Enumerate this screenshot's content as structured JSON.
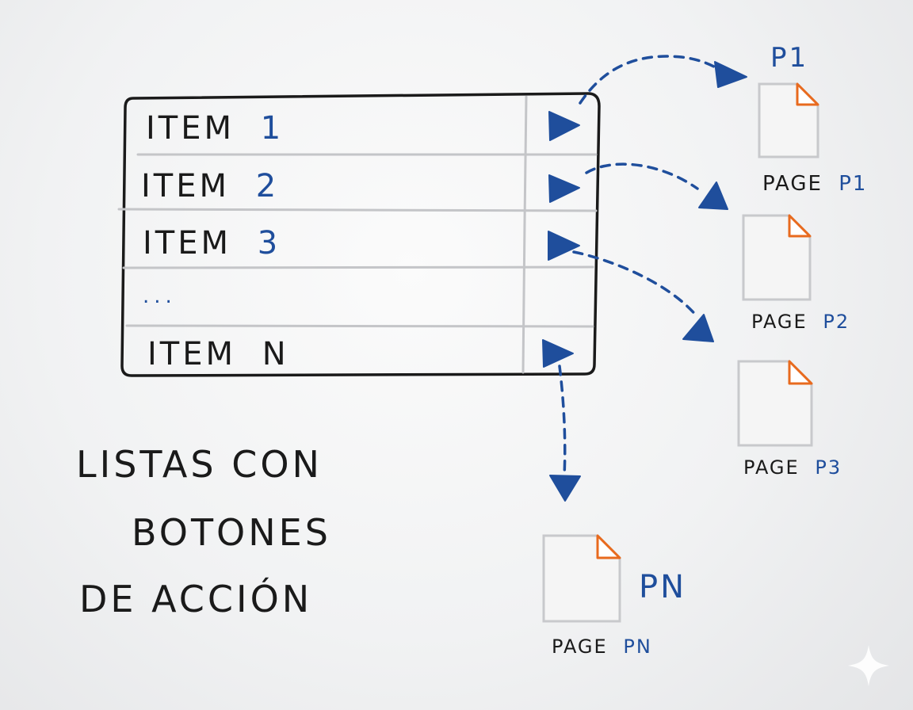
{
  "list": {
    "items": [
      {
        "word": "ITEM",
        "suffix": "1"
      },
      {
        "word": "ITEM",
        "suffix": "2"
      },
      {
        "word": "ITEM",
        "suffix": "3"
      },
      {
        "word": "",
        "suffix": "..."
      },
      {
        "word": "ITEM",
        "suffix": "N"
      }
    ]
  },
  "pages": {
    "p1": {
      "top_label": "P1",
      "caption_prefix": "PAGE",
      "caption_suffix": "P1"
    },
    "p2": {
      "caption_prefix": "PAGE",
      "caption_suffix": "P2"
    },
    "p3": {
      "caption_prefix": "PAGE",
      "caption_suffix": "P3"
    },
    "pn": {
      "side_label": "PN",
      "caption_prefix": "PAGE",
      "caption_suffix": "PN"
    }
  },
  "title": {
    "line1": "LISTAS CON",
    "line2": "BOTONES",
    "line3": "DE ACCIÓN"
  },
  "colors": {
    "ink": "#1a1a1a",
    "accent_blue": "#1f4e9c",
    "fold_orange": "#e86a1e",
    "doc_gray": "#c8c9cc"
  },
  "icons": {
    "row_button": "play-triangle-icon",
    "page": "document-icon",
    "watermark": "sparkle-icon"
  }
}
